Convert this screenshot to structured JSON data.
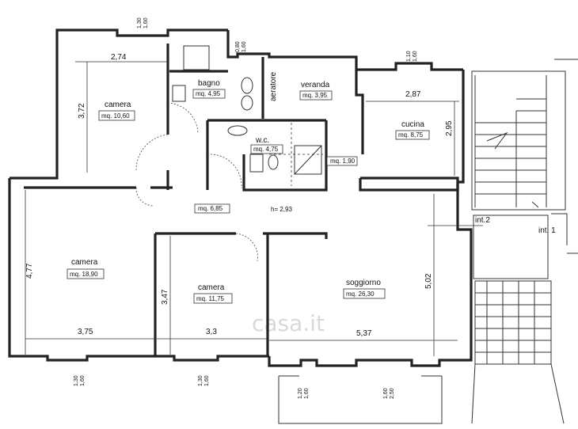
{
  "rooms": {
    "camera_top": {
      "name": "camera",
      "area": "mq. 10,60",
      "width": "2,74",
      "height": "3,72"
    },
    "bagno": {
      "name": "bagno",
      "area": "mq. 4,95"
    },
    "veranda": {
      "name": "veranda",
      "area": "mq. 3,95"
    },
    "cucina": {
      "name": "cucina",
      "area": "mq. 8,75",
      "width": "2,87",
      "height": "2,95"
    },
    "wc": {
      "name": "w.c.",
      "area": "mq. 4,75"
    },
    "camera_left": {
      "name": "camera",
      "area": "mq. 18,90",
      "width": "3,75",
      "height": "4,77"
    },
    "camera_mid": {
      "name": "camera",
      "area": "mq. 11,75",
      "width": "3,3",
      "height": "3,47"
    },
    "soggiorno": {
      "name": "soggiorno",
      "area": "mq. 26,30",
      "width": "5,37",
      "height": "5,02"
    },
    "corridoio": {
      "area": "mq. 6,85",
      "ceiling": "h= 2,93"
    },
    "disimpegno": {
      "area": "mq. 1,90"
    }
  },
  "labels": {
    "aeratore": "aeratore",
    "int2": "int.2",
    "int1": "int. 1"
  },
  "windows": {
    "top_camera": [
      "1,30",
      "1,60"
    ],
    "bagno": [
      "0,80",
      "1,60"
    ],
    "cucina": [
      "1,10",
      "1,60"
    ],
    "bottom_left": [
      "1,30",
      "1,60"
    ],
    "bottom_mid": [
      "1,30",
      "1,60"
    ],
    "bottom_sogg1": [
      "1,20",
      "1,60"
    ],
    "bottom_sogg2": [
      "1,60",
      "2,50"
    ]
  },
  "watermark": "casa.it"
}
